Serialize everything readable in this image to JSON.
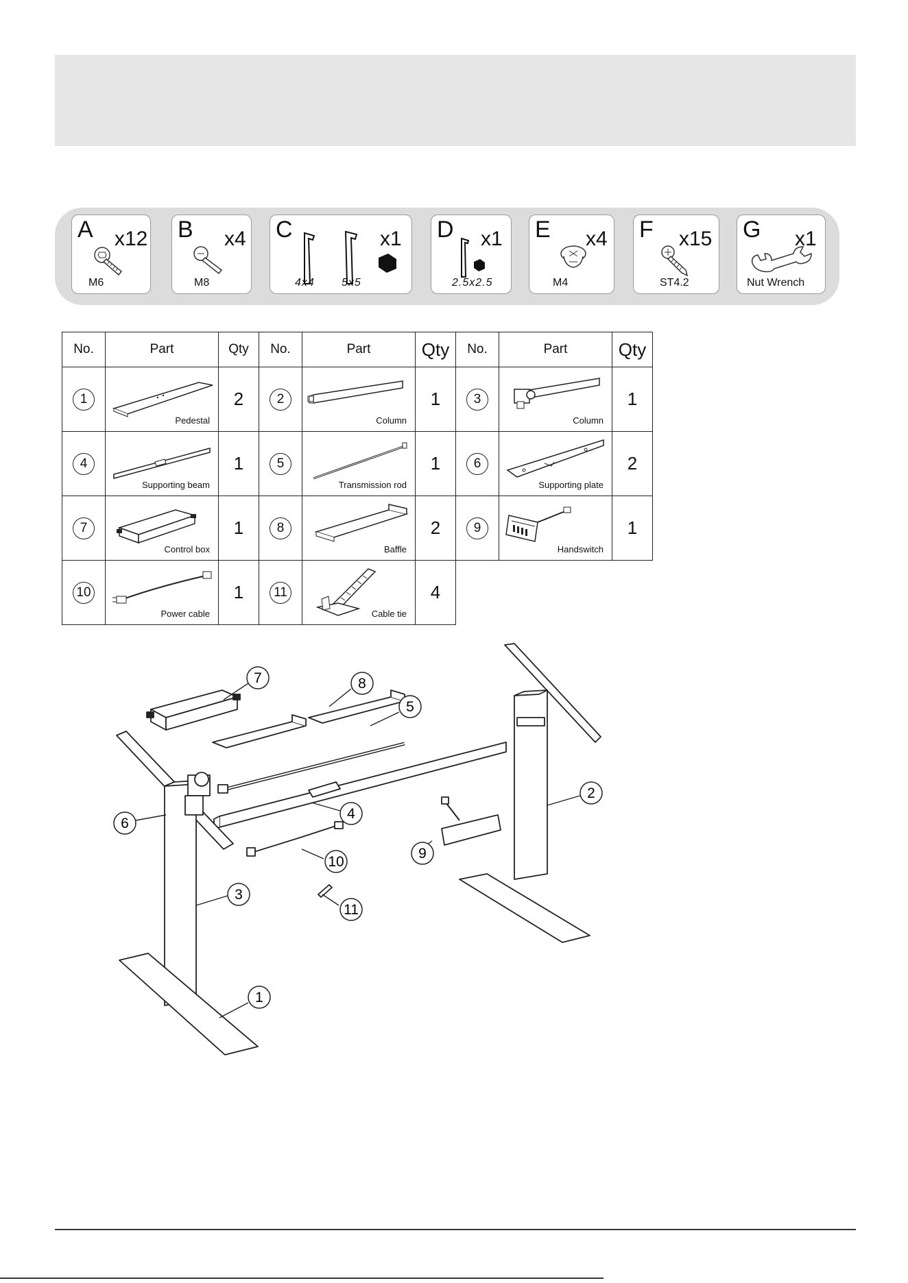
{
  "hardware": [
    {
      "letter": "A",
      "qty": "x12",
      "size": "M6",
      "icon": "bolt-icon"
    },
    {
      "letter": "B",
      "qty": "x4",
      "size": "M8",
      "icon": "bolt-icon"
    },
    {
      "letter": "C",
      "qty": "x1",
      "sizes": [
        "4x4",
        "5x5"
      ],
      "icon": "allen-key-icon"
    },
    {
      "letter": "D",
      "qty": "x1",
      "size": "2.5x2.5",
      "icon": "allen-key-icon"
    },
    {
      "letter": "E",
      "qty": "x4",
      "size": "M4",
      "icon": "screw-icon"
    },
    {
      "letter": "F",
      "qty": "x15",
      "size": "ST4.2",
      "icon": "screw-icon"
    },
    {
      "letter": "G",
      "qty": "x1",
      "size": "Nut Wrench",
      "icon": "wrench-icon"
    }
  ],
  "table": {
    "headers": {
      "no": "No.",
      "part": "Part",
      "qty": "Qty"
    },
    "parts": [
      {
        "no": "1",
        "label": "Pedestal",
        "qty": "2"
      },
      {
        "no": "2",
        "label": "Column",
        "qty": "1"
      },
      {
        "no": "3",
        "label": "Column",
        "qty": "1"
      },
      {
        "no": "4",
        "label": "Supporting beam",
        "qty": "1"
      },
      {
        "no": "5",
        "label": "Transmission rod",
        "qty": "1"
      },
      {
        "no": "6",
        "label": "Supporting plate",
        "qty": "2"
      },
      {
        "no": "7",
        "label": "Control box",
        "qty": "1"
      },
      {
        "no": "8",
        "label": "Baffle",
        "qty": "2"
      },
      {
        "no": "9",
        "label": "Handswitch",
        "qty": "1"
      },
      {
        "no": "10",
        "label": "Power cable",
        "qty": "1"
      },
      {
        "no": "11",
        "label": "Cable tie",
        "qty": "4"
      }
    ]
  },
  "diagram": {
    "callouts": [
      "7",
      "8",
      "5",
      "4",
      "2",
      "6",
      "10",
      "9",
      "3",
      "11",
      "1"
    ]
  },
  "colors": {
    "header_band": "#e6e6e6",
    "hardware_strip": "#dcdcdc"
  }
}
